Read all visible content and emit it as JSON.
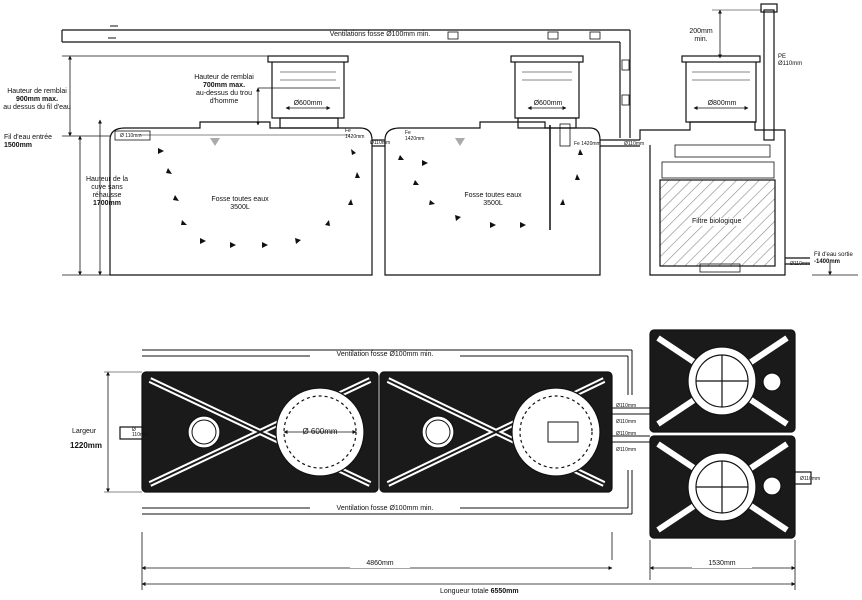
{
  "side_view": {
    "ventilation_top": "Ventilations fosse Ø100mm min.",
    "hauteur_remblai_left": [
      "Hauteur de remblai",
      "900mm max.",
      "au dessus du fil d'eau"
    ],
    "hauteur_remblai_mid": [
      "Hauteur de remblai",
      "700mm max.",
      "au-dessus du trou",
      "d'homme"
    ],
    "fil_eau_entree": [
      "Fil d'eau entrée",
      "1500mm"
    ],
    "hauteur_cuve": [
      "Hauteur de la",
      "cuve sans",
      "réhausse",
      "1700mm"
    ],
    "inlet_pipe_left": "Ø 110mm",
    "diam_600_left": "Ø600mm",
    "diam_600_mid": "Ø600mm",
    "diam_800": "Ø800mm",
    "fe_left": [
      "Fe",
      "1420mm"
    ],
    "pipe_left_mid": "Ø110mm",
    "fe_mid": [
      "Fe",
      "1420mm"
    ],
    "fe_right": "Fe 1420mm",
    "pipe_to_filter": "Ø110mm",
    "tank1_label": [
      "Fosse toutes eaux",
      "3500L"
    ],
    "tank2_label": [
      "Fosse toutes eaux",
      "3500L"
    ],
    "filter_label": "Filtre biologique",
    "dim_200": [
      "200mm",
      "min."
    ],
    "pe_vent": [
      "PE",
      "Ø110mm"
    ],
    "outlet_pipe": "Ø110mm",
    "fil_eau_sortie": [
      "Fil d'eau sortie",
      "-1400mm"
    ]
  },
  "plan_view": {
    "ventilation_top": "Ventilation fosse Ø100mm min.",
    "ventilation_bottom": "Ventilation fosse Ø100mm min.",
    "largeur": [
      "Largeur",
      "1220mm"
    ],
    "inlet": [
      "Ø",
      "110mm"
    ],
    "diam_600": "Ø 600mm",
    "pipe_a": "Ø110mm",
    "pipe_b": "Ø110mm",
    "pipe_c": "Ø110mm",
    "pipe_d": "Ø110mm",
    "outlet": "Ø110mm",
    "dim_tanks": "4860mm",
    "dim_filter": "1530mm",
    "longueur_totale_label": "Longueur totale",
    "longueur_totale_value": "6550mm"
  },
  "colors": {
    "ink": "#111111",
    "tank_fill": "#1a1a1a",
    "hatch": "#777777"
  }
}
